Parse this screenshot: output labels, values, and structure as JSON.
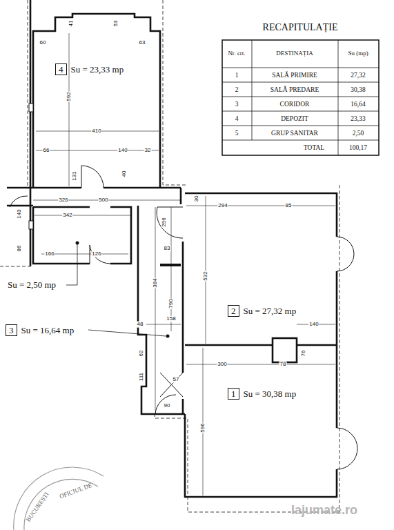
{
  "diagram": {
    "title": "RECAPITULAȚIE",
    "nodes": [
      {
        "text": [
          "4",
          "Su = 23,33 mp"
        ]
      },
      {
        "text": [
          "2",
          "Su = 27,32 mp"
        ]
      },
      {
        "text": [
          "3",
          "Su = 16,64 mp"
        ]
      },
      {
        "text": [
          "1",
          "Su = 30,38 mp"
        ]
      }
    ],
    "labels": [
      "Nr. crt.",
      "DESTINAȚIA",
      "Su (mp)",
      "1",
      "SALĂ PRIMIRE",
      "27,32",
      "2",
      "SALĂ PREDARE",
      "30,38",
      "3",
      "CORIDOR",
      "16,64",
      "4",
      "DEPOZIT",
      "23,33",
      "5",
      "GRUP SANITAR",
      "2,50",
      "TOTAL",
      "100,17",
      "Su = 2,50 mp",
      "60",
      "41",
      "53",
      "63",
      "592",
      "410",
      "66",
      "140",
      "32",
      "131",
      "40",
      "326",
      "500",
      "30",
      "294",
      "85",
      "143",
      "342",
      "256",
      "83",
      "86",
      "166",
      "126",
      "532",
      "384",
      "790",
      "158",
      "48",
      "140",
      "76",
      "62",
      "300",
      "78",
      "111",
      "57",
      "90",
      "596",
      "lajumate.ro",
      "BUCUREȘTI",
      "OFICIUL DE"
    ]
  }
}
